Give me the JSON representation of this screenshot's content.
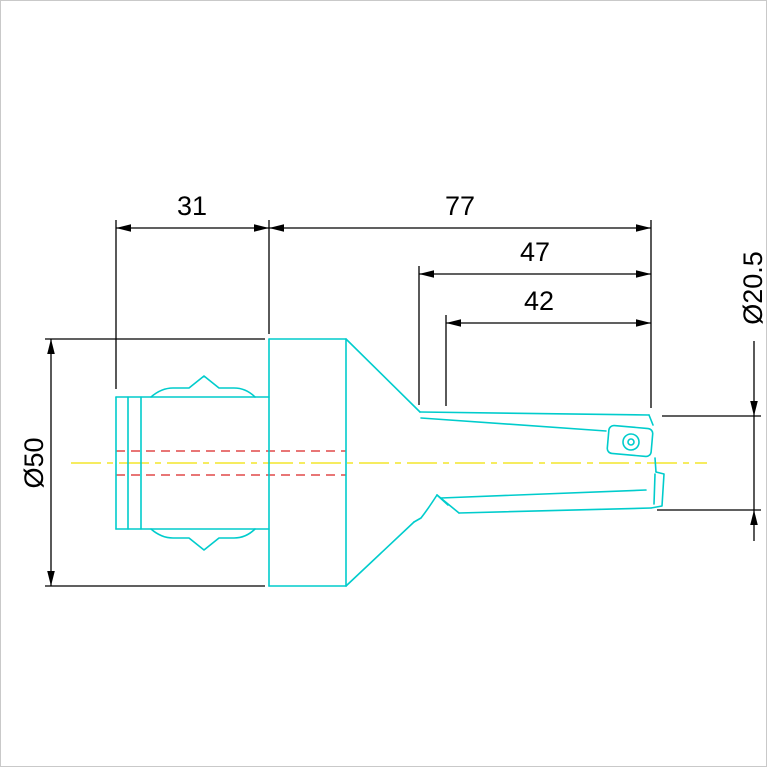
{
  "drawing": {
    "dimensions": {
      "d31": "31",
      "d77": "77",
      "d47": "47",
      "d42": "42",
      "dia50": "Ø50",
      "dia205": "Ø20.5"
    },
    "colors": {
      "outline": "#00cccc",
      "centerline": "#f0e000",
      "coolant": "#e04848",
      "dimension": "#000000",
      "background": "#ffffff",
      "frame": "#c9c9c9"
    }
  }
}
